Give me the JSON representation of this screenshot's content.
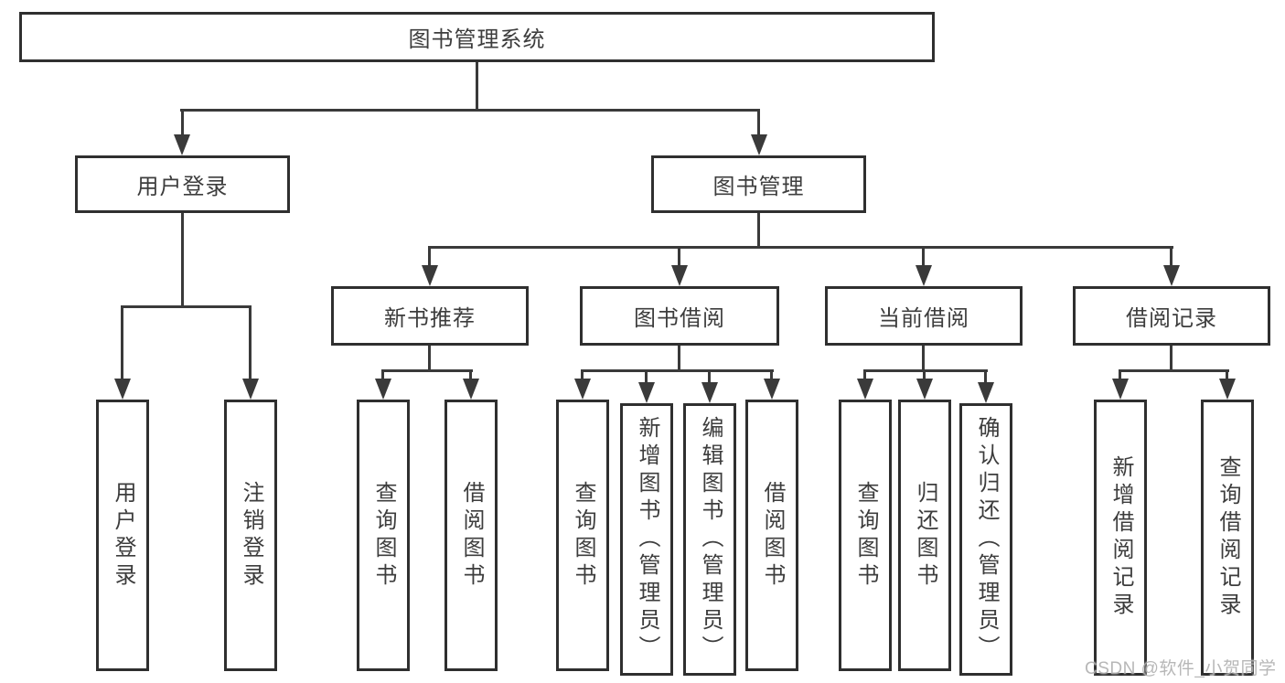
{
  "tree": {
    "root": "图书管理系统",
    "branches": [
      {
        "label": "用户登录",
        "children": [
          "用户登录",
          "注销登录"
        ]
      },
      {
        "label": "图书管理",
        "sections": [
          {
            "label": "新书推荐",
            "children": [
              "查询图书",
              "借阅图书"
            ]
          },
          {
            "label": "图书借阅",
            "children": [
              "查询图书",
              "新增图书（管理员）",
              "编辑图书（管理员）",
              "借阅图书"
            ]
          },
          {
            "label": "当前借阅",
            "children": [
              "查询图书",
              "归还图书",
              "确认归还（管理员）"
            ]
          },
          {
            "label": "借阅记录",
            "children": [
              "新增借阅记录",
              "查询借阅记录"
            ]
          }
        ]
      }
    ]
  },
  "watermark": "CSDN @软件_小贺同学",
  "colors": {
    "line": "#3a3a3a",
    "border": "#2f2f2f",
    "text": "#3d3d3d",
    "watermark": "#b0b0b0",
    "background": "#ffffff"
  }
}
